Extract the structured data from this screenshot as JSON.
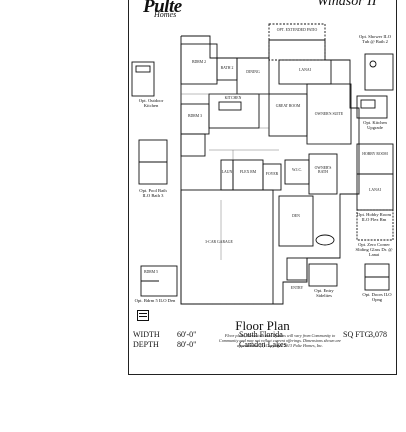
{
  "brand": {
    "logo_text": "Pulte",
    "logo_script": "Homes",
    "model_name": "Windsor II"
  },
  "rooms": {
    "bedroom_2": "BDRM 2",
    "bedroom_3": "BDRM 3",
    "bath_2": "BATH 2",
    "dining": "DINING",
    "kitchen": "KITCHEN",
    "great_room": "GREAT ROOM",
    "owners_suite": "OWNER'S SUITE",
    "lanai": "LANAI",
    "extended_patio": "OPT. EXTENDED PATIO",
    "flex_rm": "FLEX RM",
    "laundry": "LAUN",
    "foyer": "FOYER",
    "wic": "W.I.C.",
    "owners_bath": "OWNER'S BATH",
    "den": "DEN",
    "garage": "3-CAR GARAGE",
    "entry": "ENTRY",
    "bedroom_5": "BDRM 5"
  },
  "options": {
    "outdoor_kitchen": "Opt. Outdoor Kitchen",
    "pool_bath": "Opt. Pool Bath ILO Bath 3",
    "bdrm5": "Opt. Bdrm 5 ILO Den",
    "shower": "Opt. Shower ILO Tub @ Bath 2",
    "kitchen_upgrade": "Opt. Kitchen Upgrade",
    "hobby_room": "Opt. Hobby Room ILO Flex Rm",
    "zero_corner": "Opt. Zero Corner Sliding Glass Dr. @ Lanai",
    "entry_sidelites": "Opt. Entry Sidelites",
    "doors_den": "Opt. Doors ILO Opng"
  },
  "option_details": {
    "hobby_room_label": "HOBBY ROOM",
    "lanai_label": "LANAI",
    "flex_label": "FLEX RM"
  },
  "footer": {
    "title": "Floor Plan",
    "disclaimer": "Floor plans, Elevations and Options will vary from Community to Community and may not reflect current offerings. Dimensions shown are approximate. (c) Copyright 2013 Pulte Homes, Inc.",
    "width_label": "WIDTH",
    "width_value": "60'-0\"",
    "depth_label": "DEPTH",
    "depth_value": "80'-0\"",
    "region": "South Florida",
    "community": "Camden Lakes",
    "sqft_label": "SQ FTG",
    "sqft_value": "3,078"
  }
}
